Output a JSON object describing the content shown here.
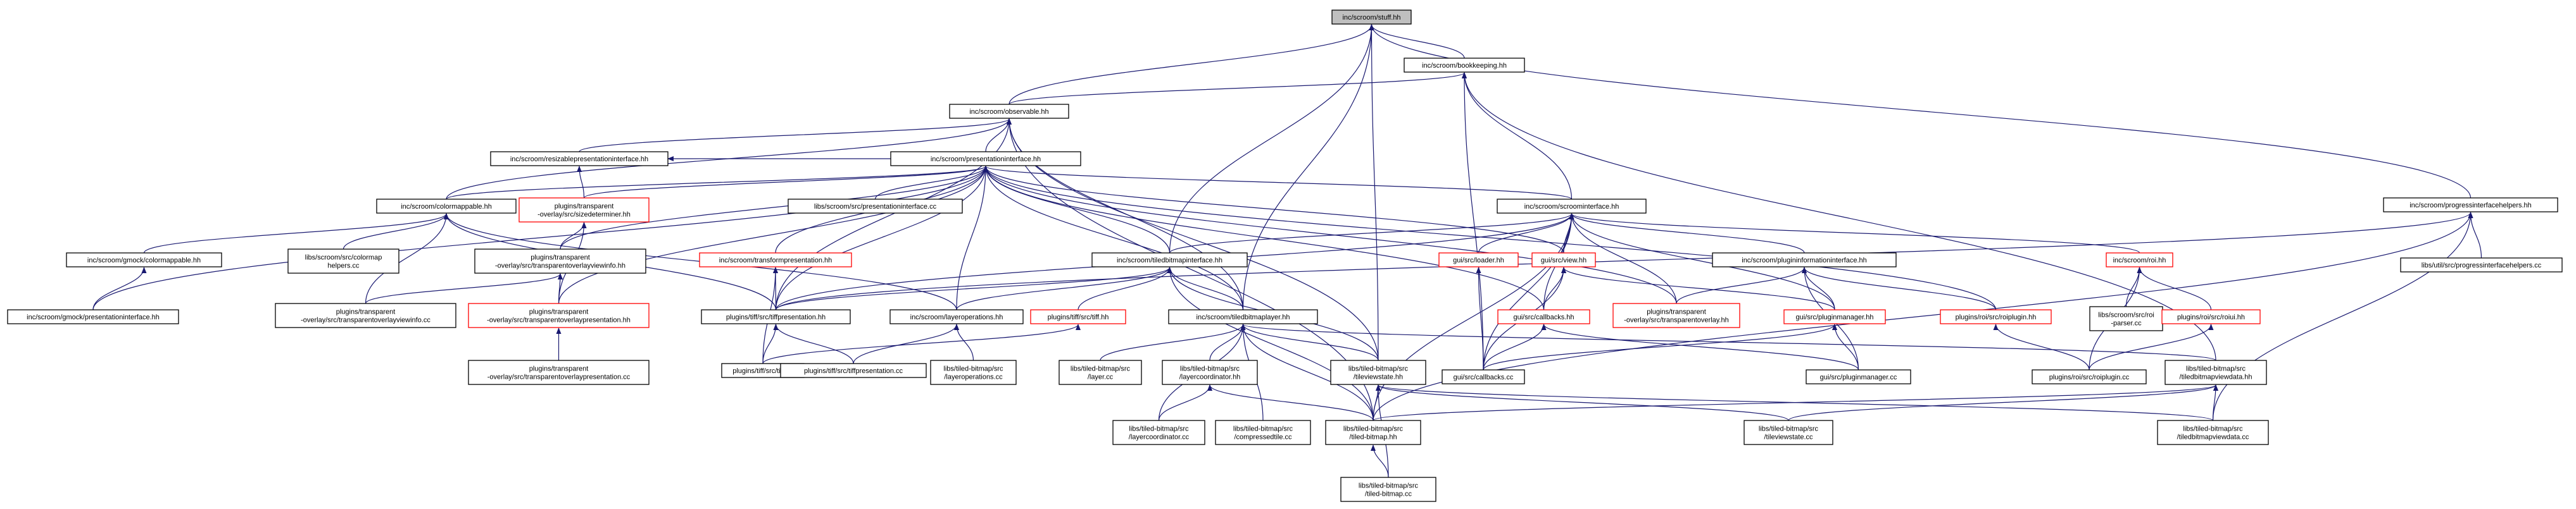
{
  "colors": {
    "edge": "#191970",
    "normal_border": "#000000",
    "truncated_border": "#ff0000",
    "root_fill": "#bfbfbf",
    "node_fill": "#ffffff"
  },
  "nodes": [
    {
      "id": "stuff",
      "lines": [
        "inc/scroom/stuff.hh"
      ],
      "style": "root",
      "group": "header"
    },
    {
      "id": "bookkeeping",
      "lines": [
        "inc/scroom/bookkeeping.hh"
      ],
      "style": "normal",
      "group": "header"
    },
    {
      "id": "observable",
      "lines": [
        "inc/scroom/observable.hh"
      ],
      "style": "normal",
      "group": "header"
    },
    {
      "id": "resizable",
      "lines": [
        "inc/scroom/resizablepresentationinterface.hh"
      ],
      "style": "normal",
      "group": "header"
    },
    {
      "id": "presiface",
      "lines": [
        "inc/scroom/presentationinterface.hh"
      ],
      "style": "normal",
      "group": "header"
    },
    {
      "id": "colormappable",
      "lines": [
        "inc/scroom/colormappable.hh"
      ],
      "style": "normal",
      "group": "header"
    },
    {
      "id": "sizedeterminer",
      "lines": [
        "plugins/transparent",
        "-overlay/src/sizedeterminer.hh"
      ],
      "style": "truncated",
      "group": "header"
    },
    {
      "id": "presiface_cc",
      "lines": [
        "libs/scroom/src/presentationinterface.cc"
      ],
      "style": "normal",
      "group": "source"
    },
    {
      "id": "scroominterface",
      "lines": [
        "inc/scroom/scroominterface.hh"
      ],
      "style": "normal",
      "group": "header"
    },
    {
      "id": "progresshelpers",
      "lines": [
        "inc/scroom/progressinterfacehelpers.hh"
      ],
      "style": "normal",
      "group": "header"
    },
    {
      "id": "progresshelpers_cc",
      "lines": [
        "libs/util/src/progressinterfacehelpers.cc"
      ],
      "style": "normal",
      "group": "source"
    },
    {
      "id": "gmock_colormappable",
      "lines": [
        "inc/scroom/gmock/colormappable.hh"
      ],
      "style": "normal",
      "group": "header"
    },
    {
      "id": "colormaphelpers",
      "lines": [
        "libs/scroom/src/colormap",
        "helpers.cc"
      ],
      "style": "normal",
      "group": "source"
    },
    {
      "id": "tovinfo_hh",
      "lines": [
        "plugins/transparent",
        "-overlay/src/transparentoverlayviewinfo.hh"
      ],
      "style": "normal",
      "group": "header"
    },
    {
      "id": "transformpres",
      "lines": [
        "inc/scroom/transformpresentation.hh"
      ],
      "style": "truncated",
      "group": "header"
    },
    {
      "id": "tiledbitmapiface",
      "lines": [
        "inc/scroom/tiledbitmapinterface.hh"
      ],
      "style": "normal",
      "group": "header"
    },
    {
      "id": "loader",
      "lines": [
        "gui/src/loader.hh"
      ],
      "style": "truncated",
      "group": "header"
    },
    {
      "id": "view",
      "lines": [
        "gui/src/view.hh"
      ],
      "style": "truncated",
      "group": "header"
    },
    {
      "id": "plugininfo",
      "lines": [
        "inc/scroom/plugininformationinterface.hh"
      ],
      "style": "normal",
      "group": "header"
    },
    {
      "id": "roi",
      "lines": [
        "inc/scroom/roi.hh"
      ],
      "style": "truncated",
      "group": "header"
    },
    {
      "id": "gmock_presiface",
      "lines": [
        "inc/scroom/gmock/presentationinterface.hh"
      ],
      "style": "normal",
      "group": "header"
    },
    {
      "id": "tovinfo_cc",
      "lines": [
        "plugins/transparent",
        "-overlay/src/transparentoverlayviewinfo.cc"
      ],
      "style": "normal",
      "group": "source"
    },
    {
      "id": "tovpres_hh",
      "lines": [
        "plugins/transparent",
        "-overlay/src/transparentoverlaypresentation.hh"
      ],
      "style": "truncated",
      "group": "header"
    },
    {
      "id": "tiffpres_hh",
      "lines": [
        "plugins/tiff/src/tiffpresentation.hh"
      ],
      "style": "normal",
      "group": "header"
    },
    {
      "id": "layerops_hh",
      "lines": [
        "inc/scroom/layeroperations.hh"
      ],
      "style": "normal",
      "group": "header"
    },
    {
      "id": "tiff_hh",
      "lines": [
        "plugins/tiff/src/tiff.hh"
      ],
      "style": "truncated",
      "group": "header"
    },
    {
      "id": "tiledbitmaplayer",
      "lines": [
        "inc/scroom/tiledbitmaplayer.hh"
      ],
      "style": "normal",
      "group": "header"
    },
    {
      "id": "callbacks_hh",
      "lines": [
        "gui/src/callbacks.hh"
      ],
      "style": "truncated",
      "group": "header"
    },
    {
      "id": "transparentoverlay_hh",
      "lines": [
        "plugins/transparent",
        "-overlay/src/transparentoverlay.hh"
      ],
      "style": "truncated",
      "group": "header"
    },
    {
      "id": "pluginmanager_hh",
      "lines": [
        "gui/src/pluginmanager.hh"
      ],
      "style": "truncated",
      "group": "header"
    },
    {
      "id": "roiplugin_hh",
      "lines": [
        "plugins/roi/src/roiplugin.hh"
      ],
      "style": "truncated",
      "group": "header"
    },
    {
      "id": "roi_parser",
      "lines": [
        "libs/scroom/src/roi",
        "-parser.cc"
      ],
      "style": "normal",
      "group": "source"
    },
    {
      "id": "roiui_hh",
      "lines": [
        "plugins/roi/src/roiui.hh"
      ],
      "style": "truncated",
      "group": "header"
    },
    {
      "id": "tovpres_cc",
      "lines": [
        "plugins/transparent",
        "-overlay/src/transparentoverlaypresentation.cc"
      ],
      "style": "normal",
      "group": "source"
    },
    {
      "id": "tiff_cc",
      "lines": [
        "plugins/tiff/src/tiff.cc"
      ],
      "style": "normal",
      "group": "source"
    },
    {
      "id": "tiffpres_cc",
      "lines": [
        "plugins/tiff/src/tiffpresentation.cc"
      ],
      "style": "normal",
      "group": "source"
    },
    {
      "id": "layerops_cc",
      "lines": [
        "libs/tiled-bitmap/src",
        "/layeroperations.cc"
      ],
      "style": "normal",
      "group": "source"
    },
    {
      "id": "layer_cc",
      "lines": [
        "libs/tiled-bitmap/src",
        "/layer.cc"
      ],
      "style": "normal",
      "group": "source"
    },
    {
      "id": "layercoord_hh",
      "lines": [
        "libs/tiled-bitmap/src",
        "/layercoordinator.hh"
      ],
      "style": "normal",
      "group": "header"
    },
    {
      "id": "tileviewstate_hh",
      "lines": [
        "libs/tiled-bitmap/src",
        "/tileviewstate.hh"
      ],
      "style": "normal",
      "group": "header"
    },
    {
      "id": "callbacks_cc",
      "lines": [
        "gui/src/callbacks.cc"
      ],
      "style": "normal",
      "group": "source"
    },
    {
      "id": "pluginmanager_cc",
      "lines": [
        "gui/src/pluginmanager.cc"
      ],
      "style": "normal",
      "group": "source"
    },
    {
      "id": "roiplugin_cc",
      "lines": [
        "plugins/roi/src/roiplugin.cc"
      ],
      "style": "normal",
      "group": "source"
    },
    {
      "id": "tbviewdata_hh",
      "lines": [
        "libs/tiled-bitmap/src",
        "/tiledbitmapviewdata.hh"
      ],
      "style": "normal",
      "group": "header"
    },
    {
      "id": "layercoord_cc",
      "lines": [
        "libs/tiled-bitmap/src",
        "/layercoordinator.cc"
      ],
      "style": "normal",
      "group": "source"
    },
    {
      "id": "compressedtile",
      "lines": [
        "libs/tiled-bitmap/src",
        "/compressedtile.cc"
      ],
      "style": "normal",
      "group": "source"
    },
    {
      "id": "tiledbitmap_hh",
      "lines": [
        "libs/tiled-bitmap/src",
        "/tiled-bitmap.hh"
      ],
      "style": "normal",
      "group": "header"
    },
    {
      "id": "tileviewstate_cc",
      "lines": [
        "libs/tiled-bitmap/src",
        "/tileviewstate.cc"
      ],
      "style": "normal",
      "group": "source"
    },
    {
      "id": "tbviewdata_cc",
      "lines": [
        "libs/tiled-bitmap/src",
        "/tiledbitmapviewdata.cc"
      ],
      "style": "normal",
      "group": "source"
    },
    {
      "id": "tiledbitmap_cc",
      "lines": [
        "libs/tiled-bitmap/src",
        "/tiled-bitmap.cc"
      ],
      "style": "normal",
      "group": "source"
    }
  ],
  "edges": [
    [
      "bookkeeping",
      "stuff"
    ],
    [
      "observable",
      "stuff"
    ],
    [
      "tiledbitmapiface",
      "stuff"
    ],
    [
      "tiledbitmaplayer",
      "stuff"
    ],
    [
      "tileviewstate_hh",
      "stuff"
    ],
    [
      "progresshelpers",
      "stuff"
    ],
    [
      "observable",
      "bookkeeping"
    ],
    [
      "scroominterface",
      "bookkeeping"
    ],
    [
      "callbacks_cc",
      "bookkeeping"
    ],
    [
      "tbviewdata_hh",
      "bookkeeping"
    ],
    [
      "resizable",
      "observable"
    ],
    [
      "presiface",
      "observable"
    ],
    [
      "colormappable",
      "observable"
    ],
    [
      "tiffpres_hh",
      "observable"
    ],
    [
      "tiledbitmaplayer",
      "observable"
    ],
    [
      "tileviewstate_hh",
      "observable"
    ],
    [
      "tiledbitmap_hh",
      "observable"
    ],
    [
      "presiface",
      "resizable"
    ],
    [
      "sizedeterminer",
      "resizable"
    ],
    [
      "colormappable",
      "presiface"
    ],
    [
      "sizedeterminer",
      "presiface"
    ],
    [
      "presiface_cc",
      "presiface"
    ],
    [
      "scroominterface",
      "presiface"
    ],
    [
      "gmock_presiface",
      "presiface"
    ],
    [
      "tovinfo_hh",
      "presiface"
    ],
    [
      "transformpres",
      "presiface"
    ],
    [
      "tiledbitmapiface",
      "presiface"
    ],
    [
      "view",
      "presiface"
    ],
    [
      "tovpres_hh",
      "presiface"
    ],
    [
      "tiffpres_hh",
      "presiface"
    ],
    [
      "layerops_hh",
      "presiface"
    ],
    [
      "tiledbitmaplayer",
      "presiface"
    ],
    [
      "callbacks_hh",
      "presiface"
    ],
    [
      "transparentoverlay_hh",
      "presiface"
    ],
    [
      "roiplugin_hh",
      "presiface"
    ],
    [
      "gmock_colormappable",
      "colormappable"
    ],
    [
      "colormaphelpers",
      "colormappable"
    ],
    [
      "tovinfo_cc",
      "colormappable"
    ],
    [
      "tiffpres_hh",
      "colormappable"
    ],
    [
      "layerops_hh",
      "colormappable"
    ],
    [
      "tovinfo_hh",
      "sizedeterminer"
    ],
    [
      "tovpres_hh",
      "sizedeterminer"
    ],
    [
      "tiledbitmapiface",
      "scroominterface"
    ],
    [
      "loader",
      "scroominterface"
    ],
    [
      "view",
      "scroominterface"
    ],
    [
      "plugininfo",
      "scroominterface"
    ],
    [
      "roi",
      "scroominterface"
    ],
    [
      "tiffpres_hh",
      "scroominterface"
    ],
    [
      "callbacks_hh",
      "scroominterface"
    ],
    [
      "pluginmanager_hh",
      "scroominterface"
    ],
    [
      "transparentoverlay_hh",
      "scroominterface"
    ],
    [
      "tiledbitmap_hh",
      "scroominterface"
    ],
    [
      "callbacks_cc",
      "scroominterface"
    ],
    [
      "progresshelpers_cc",
      "progresshelpers"
    ],
    [
      "tiffpres_hh",
      "progresshelpers"
    ],
    [
      "tiledbitmap_hh",
      "progresshelpers"
    ],
    [
      "tbviewdata_cc",
      "progresshelpers"
    ],
    [
      "gmock_presiface",
      "gmock_colormappable"
    ],
    [
      "tovinfo_cc",
      "tovinfo_hh"
    ],
    [
      "tovpres_hh",
      "tovinfo_hh"
    ],
    [
      "tiff_cc",
      "transformpres"
    ],
    [
      "tiffpres_hh",
      "transformpres"
    ],
    [
      "tiffpres_hh",
      "tiledbitmapiface"
    ],
    [
      "tiff_hh",
      "tiledbitmapiface"
    ],
    [
      "tiledbitmaplayer",
      "tiledbitmapiface"
    ],
    [
      "layerops_hh",
      "tiledbitmapiface"
    ],
    [
      "tileviewstate_hh",
      "tiledbitmapiface"
    ],
    [
      "tiledbitmap_hh",
      "tiledbitmapiface"
    ],
    [
      "callbacks_cc",
      "loader"
    ],
    [
      "callbacks_hh",
      "view"
    ],
    [
      "callbacks_cc",
      "view"
    ],
    [
      "pluginmanager_hh",
      "view"
    ],
    [
      "transparentoverlay_hh",
      "plugininfo"
    ],
    [
      "pluginmanager_hh",
      "plugininfo"
    ],
    [
      "roiplugin_hh",
      "plugininfo"
    ],
    [
      "pluginmanager_cc",
      "plugininfo"
    ],
    [
      "roiui_hh",
      "roi"
    ],
    [
      "roi_parser",
      "roi"
    ],
    [
      "roiplugin_cc",
      "roi"
    ],
    [
      "tovpres_cc",
      "tovpres_hh"
    ],
    [
      "tiff_cc",
      "tiffpres_hh"
    ],
    [
      "tiffpres_cc",
      "tiffpres_hh"
    ],
    [
      "tiffpres_cc",
      "layerops_hh"
    ],
    [
      "layerops_cc",
      "layerops_hh"
    ],
    [
      "tiff_cc",
      "tiff_hh"
    ],
    [
      "layer_cc",
      "tiledbitmaplayer"
    ],
    [
      "layercoord_hh",
      "tiledbitmaplayer"
    ],
    [
      "tileviewstate_hh",
      "tiledbitmaplayer"
    ],
    [
      "compressedtile",
      "tiledbitmaplayer"
    ],
    [
      "tiledbitmap_hh",
      "tiledbitmaplayer"
    ],
    [
      "tbviewdata_hh",
      "tiledbitmaplayer"
    ],
    [
      "layercoord_cc",
      "tiledbitmaplayer"
    ],
    [
      "callbacks_cc",
      "callbacks_hh"
    ],
    [
      "pluginmanager_cc",
      "callbacks_hh"
    ],
    [
      "callbacks_cc",
      "pluginmanager_hh"
    ],
    [
      "pluginmanager_cc",
      "pluginmanager_hh"
    ],
    [
      "roiplugin_cc",
      "roiplugin_hh"
    ],
    [
      "roiplugin_cc",
      "roiui_hh"
    ],
    [
      "layercoord_cc",
      "layercoord_hh"
    ],
    [
      "tiledbitmap_hh",
      "layercoord_hh"
    ],
    [
      "tiledbitmap_hh",
      "tileviewstate_hh"
    ],
    [
      "tileviewstate_cc",
      "tileviewstate_hh"
    ],
    [
      "tiledbitmap_cc",
      "tileviewstate_hh"
    ],
    [
      "tbviewdata_cc",
      "tileviewstate_hh"
    ],
    [
      "tiledbitmap_hh",
      "tbviewdata_hh"
    ],
    [
      "tileviewstate_cc",
      "tbviewdata_hh"
    ],
    [
      "tbviewdata_cc",
      "tbviewdata_hh"
    ],
    [
      "tiledbitmap_cc",
      "tiledbitmap_hh"
    ]
  ]
}
